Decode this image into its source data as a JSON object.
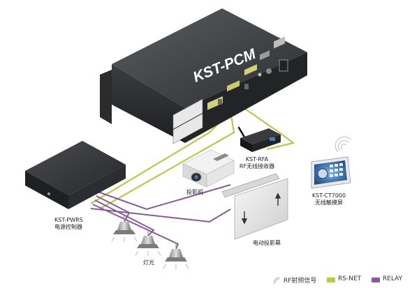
{
  "main_unit": {
    "name": "KST-PCM"
  },
  "power_controller": {
    "model": "KST-PWRS",
    "name": "电源控制器"
  },
  "rf_receiver": {
    "model": "KST-RFA",
    "name": "RF无线接收器"
  },
  "touch_panel": {
    "model": "KST-CT7000",
    "name": "无线触摸屏"
  },
  "projector": {
    "name": "投影机"
  },
  "screen": {
    "name": "电动投影幕"
  },
  "lights": {
    "name": "灯光"
  },
  "legend": {
    "rf": {
      "label": "RF射频信号"
    },
    "rsnet": {
      "label": "RS-NET",
      "color": "#b9c84f"
    },
    "relay": {
      "label": "RELAY",
      "color": "#8a5a94"
    }
  }
}
